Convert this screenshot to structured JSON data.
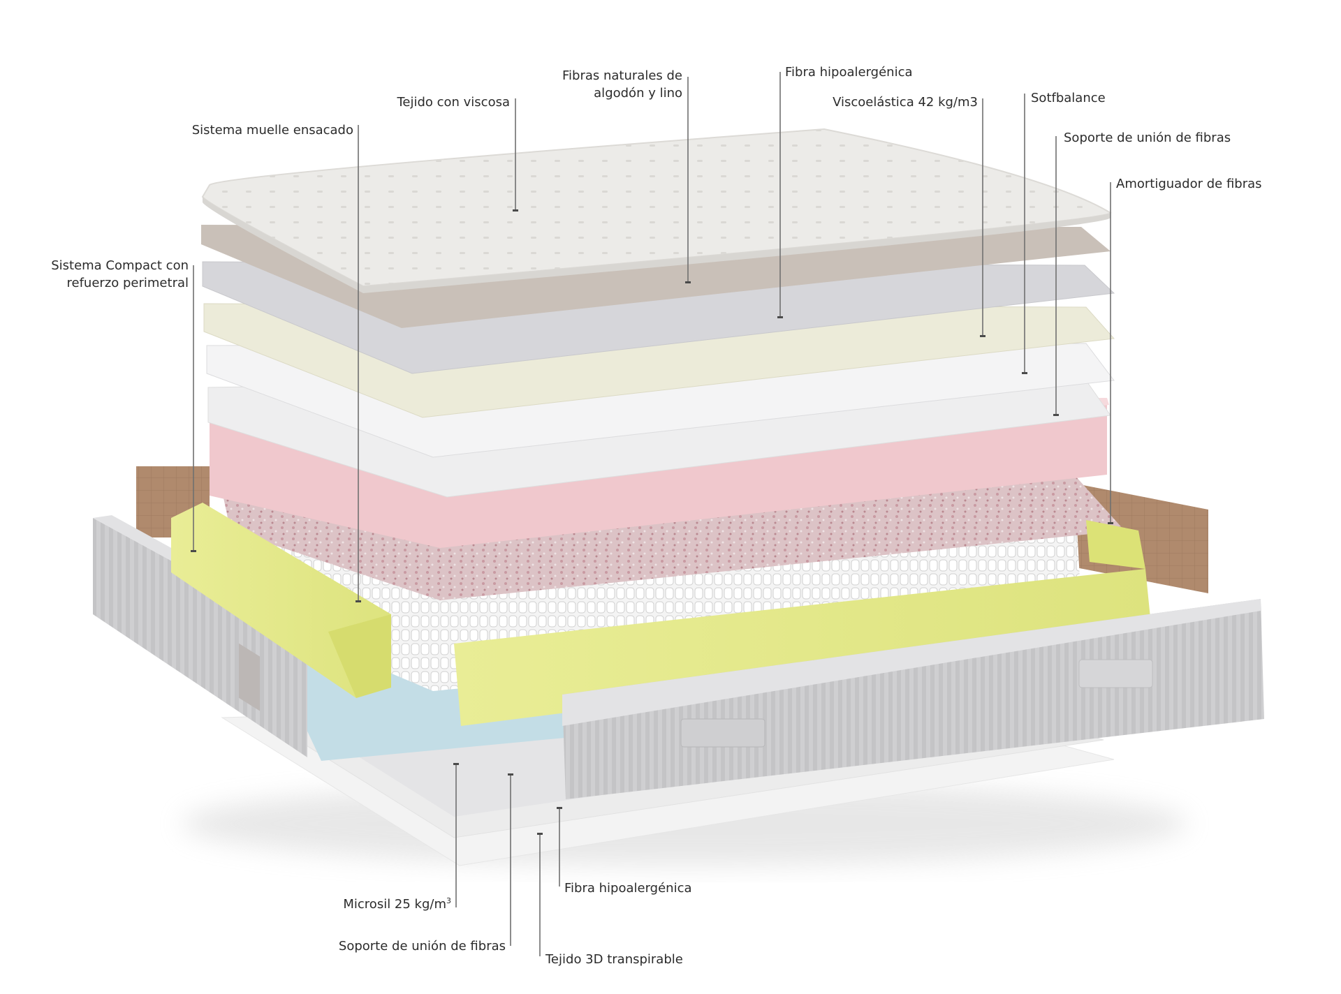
{
  "labels": {
    "tejido_viscosa": "Tejido con viscosa",
    "fibras_naturales": [
      "Fibras naturales de",
      "algodón y lino"
    ],
    "fibra_hipo_top": "Fibra hipoalergénica",
    "viscoelastica": "Viscoelástica 42 kg/m3",
    "sotfbalance": "Sotfbalance",
    "soporte_union_top": "Soporte de unión de fibras",
    "amortiguador": "Amortiguador de fibras",
    "sistema_muelle": "Sistema muelle ensacado",
    "sistema_compact": [
      "Sistema Compact con",
      "refuerzo perimetral"
    ],
    "microsil": "Microsil 25 kg/m",
    "microsil_sup": "3",
    "soporte_union_bottom": "Soporte de unión de fibras",
    "fibra_hipo_bottom": "Fibra hipoalergénica",
    "tejido_3d": "Tejido 3D transpirable"
  },
  "colors": {
    "top_cover": "#ebe9e6",
    "natural_fiber": "#c9c0b8",
    "hypo_fiber": "#d2d2d6",
    "visco": "#ecebd9",
    "softbalance": "#ebebed",
    "fiber_support": "#e3e3e5",
    "pink_foam": "#f0c8cd",
    "fiber_damper": "#d7b7bc",
    "yellow_foam": "#e6ea8c",
    "blue_foam": "#c3dde6",
    "brown_panel": "#b08a6d",
    "side_fabric": "#c9c9cb",
    "line": "#707070",
    "text": "#2b2b2b"
  },
  "icons": {
    "logo_front": "brand-logo-icon",
    "logo_side": "brand-logo-icon"
  }
}
